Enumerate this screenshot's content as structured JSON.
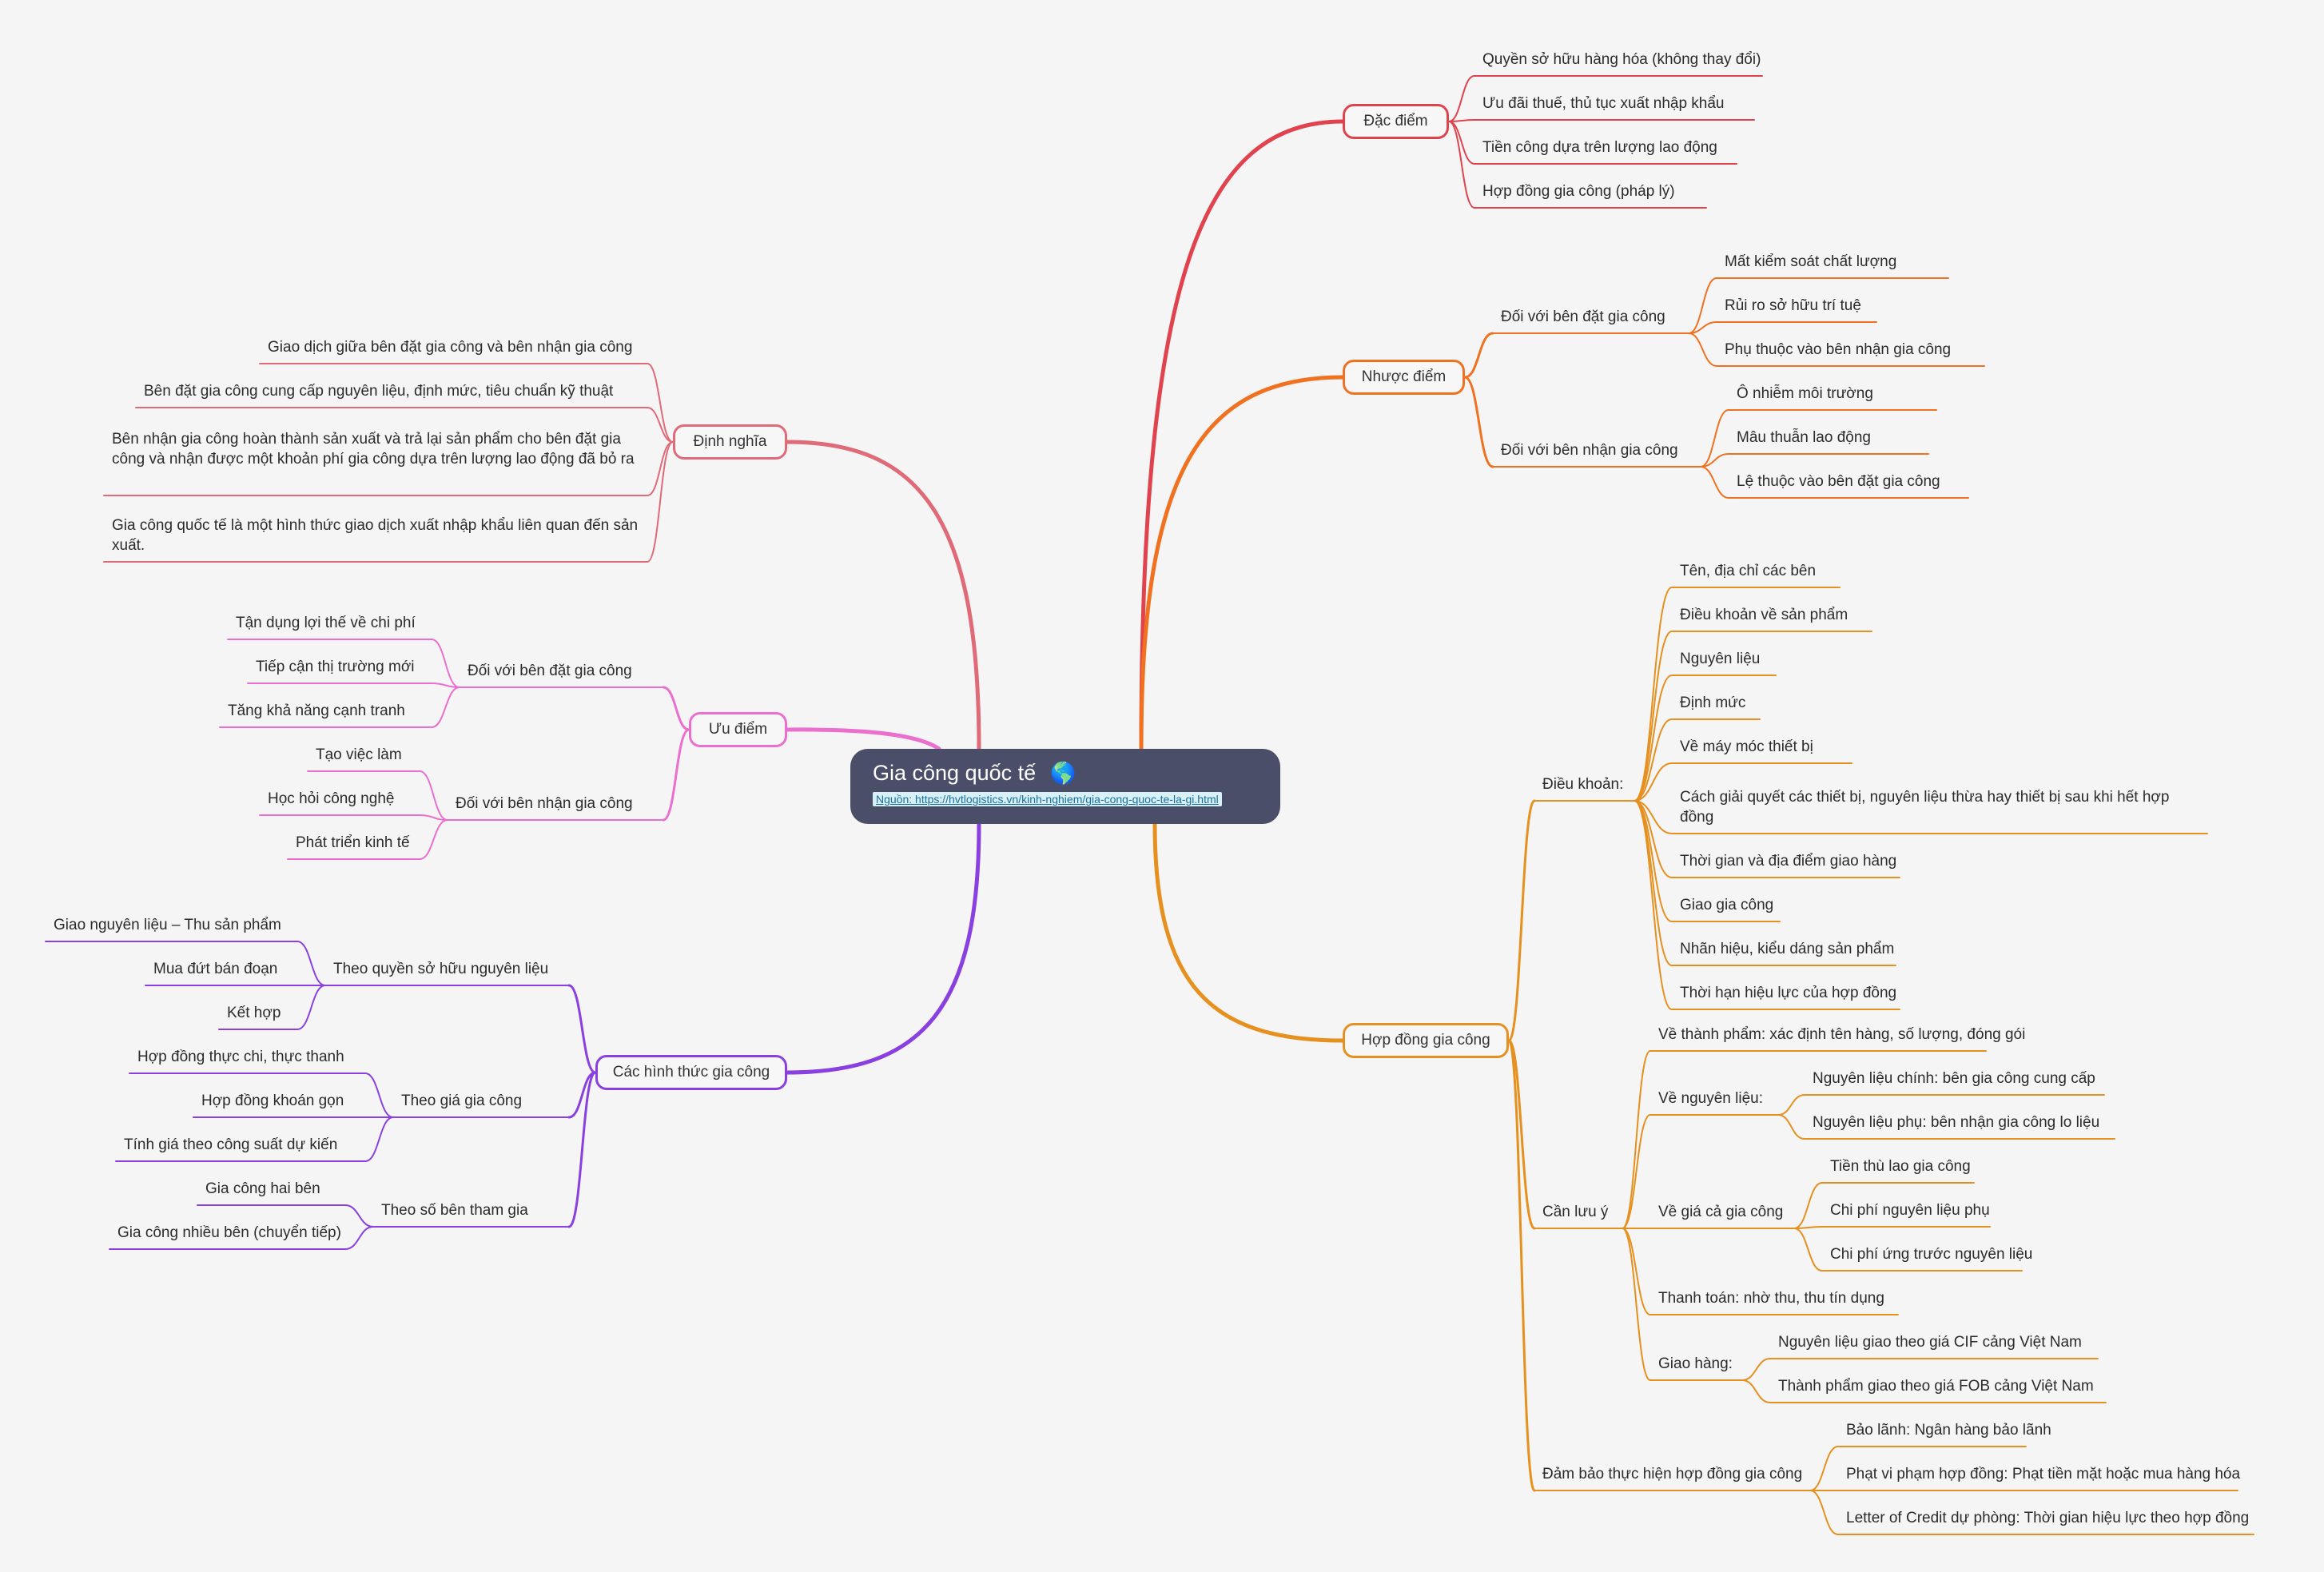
{
  "central": {
    "title": "Gia công quốc tế",
    "icon": "globe-icon",
    "source": "Nguồn: https://hvtlogistics.vn/kinh-nghiem/gia-cong-quoc-te-la-gi.html"
  },
  "colors": {
    "dac_diem": "#e0434e",
    "nhuoc_diem": "#f0711f",
    "hop_dong": "#e5901f",
    "dinh_nghia": "#e06b78",
    "uu_diem": "#ea6fcf",
    "hinh_thuc": "#8a3fe0",
    "central_bg": "#4a4e69"
  },
  "dac_diem": {
    "title": "Đặc điểm",
    "items": [
      "Quyền sở hữu hàng hóa (không thay đổi)",
      "Ưu đãi thuế, thủ tục xuất nhập khẩu",
      "Tiền công dựa trên lượng lao động",
      "Hợp đồng gia công (pháp lý)"
    ]
  },
  "nhuoc_diem": {
    "title": "Nhược điểm",
    "groups": [
      {
        "label": "Đối với bên đặt gia công",
        "items": [
          "Mất kiểm soát chất lượng",
          "Rủi ro sở hữu trí tuệ",
          "Phụ thuộc vào bên nhận gia công"
        ]
      },
      {
        "label": "Đối với bên nhận gia công",
        "items": [
          "Ô nhiễm môi trường",
          "Mâu thuẫn lao động",
          "Lệ thuộc vào bên đặt gia công"
        ]
      }
    ]
  },
  "hop_dong": {
    "title": "Hợp đồng gia công",
    "dieu_khoan": {
      "label": "Điều khoản:",
      "items": [
        "Tên, địa chỉ các bên",
        "Điều khoản về sản phẩm",
        "Nguyên liệu",
        "Định mức",
        "Về máy móc thiết bị",
        "Cách giải quyết các thiết bị, nguyên liệu thừa hay thiết bị sau khi hết hợp đồng",
        "Thời gian và địa điểm giao hàng",
        "Giao gia công",
        "Nhãn hiệu, kiểu dáng sản phẩm",
        "Thời hạn hiệu lực của hợp đồng"
      ]
    },
    "can_luu_y": {
      "label": "Cần lưu ý",
      "thanh_pham": "Về thành phẩm: xác định tên hàng, số lượng, đóng gói",
      "nguyen_lieu": {
        "label": "Về nguyên liệu:",
        "items": [
          "Nguyên liệu chính: bên gia công cung cấp",
          "Nguyên liệu phụ: bên nhận gia công lo liệu"
        ]
      },
      "gia_ca": {
        "label": "Về giá cả gia công",
        "items": [
          "Tiền thù lao gia công",
          "Chi phí nguyên liệu phụ",
          "Chi phí ứng trước nguyên liệu"
        ]
      },
      "thanh_toan": "Thanh toán: nhờ thu, thu tín dụng",
      "giao_hang": {
        "label": "Giao hàng:",
        "items": [
          "Nguyên liệu giao theo giá CIF cảng Việt Nam",
          "Thành phẩm giao theo giá FOB cảng Việt Nam"
        ]
      }
    },
    "dam_bao": {
      "label": "Đảm bảo thực hiện hợp đồng gia công",
      "items": [
        "Bảo lãnh: Ngân hàng bảo lãnh",
        "Phạt vi phạm hợp đồng: Phạt tiền mặt hoặc mua hàng hóa",
        "Letter of Credit dự phòng: Thời gian hiệu lực theo hợp đồng"
      ]
    }
  },
  "dinh_nghia": {
    "title": "Định nghĩa",
    "items": [
      "Giao dịch giữa bên đặt gia công và bên nhận gia công",
      "Bên đặt gia công cung cấp nguyên liệu, định mức, tiêu chuẩn kỹ thuật",
      "Bên nhận gia công hoàn thành sản xuất và trả lại sản phẩm cho bên đặt gia công và nhận được một khoản phí gia công dựa trên lượng lao động đã bỏ ra",
      "Gia công quốc tế là một hình thức giao dịch xuất nhập khẩu liên quan đến sản xuất."
    ]
  },
  "uu_diem": {
    "title": "Ưu điểm",
    "groups": [
      {
        "label": "Đối với bên đặt gia công",
        "items": [
          "Tận dụng lợi thế về chi phí",
          "Tiếp cận thị trường mới",
          "Tăng khả năng cạnh tranh"
        ]
      },
      {
        "label": "Đối với bên nhận gia công",
        "items": [
          "Tạo việc làm",
          "Học hỏi công nghệ",
          "Phát triển kinh tế"
        ]
      }
    ]
  },
  "hinh_thuc": {
    "title": "Các hình thức gia công",
    "groups": [
      {
        "label": "Theo quyền sở hữu nguyên liệu",
        "items": [
          "Giao nguyên liệu – Thu sản phẩm",
          "Mua đứt bán đoạn",
          "Kết hợp"
        ]
      },
      {
        "label": "Theo giá gia công",
        "items": [
          "Hợp đồng thực chi, thực thanh",
          "Hợp đồng khoán gọn",
          "Tính giá theo công suất dự kiến"
        ]
      },
      {
        "label": "Theo số bên tham gia",
        "items": [
          "Gia công hai bên",
          "Gia công nhiều bên (chuyển tiếp)"
        ]
      }
    ]
  }
}
